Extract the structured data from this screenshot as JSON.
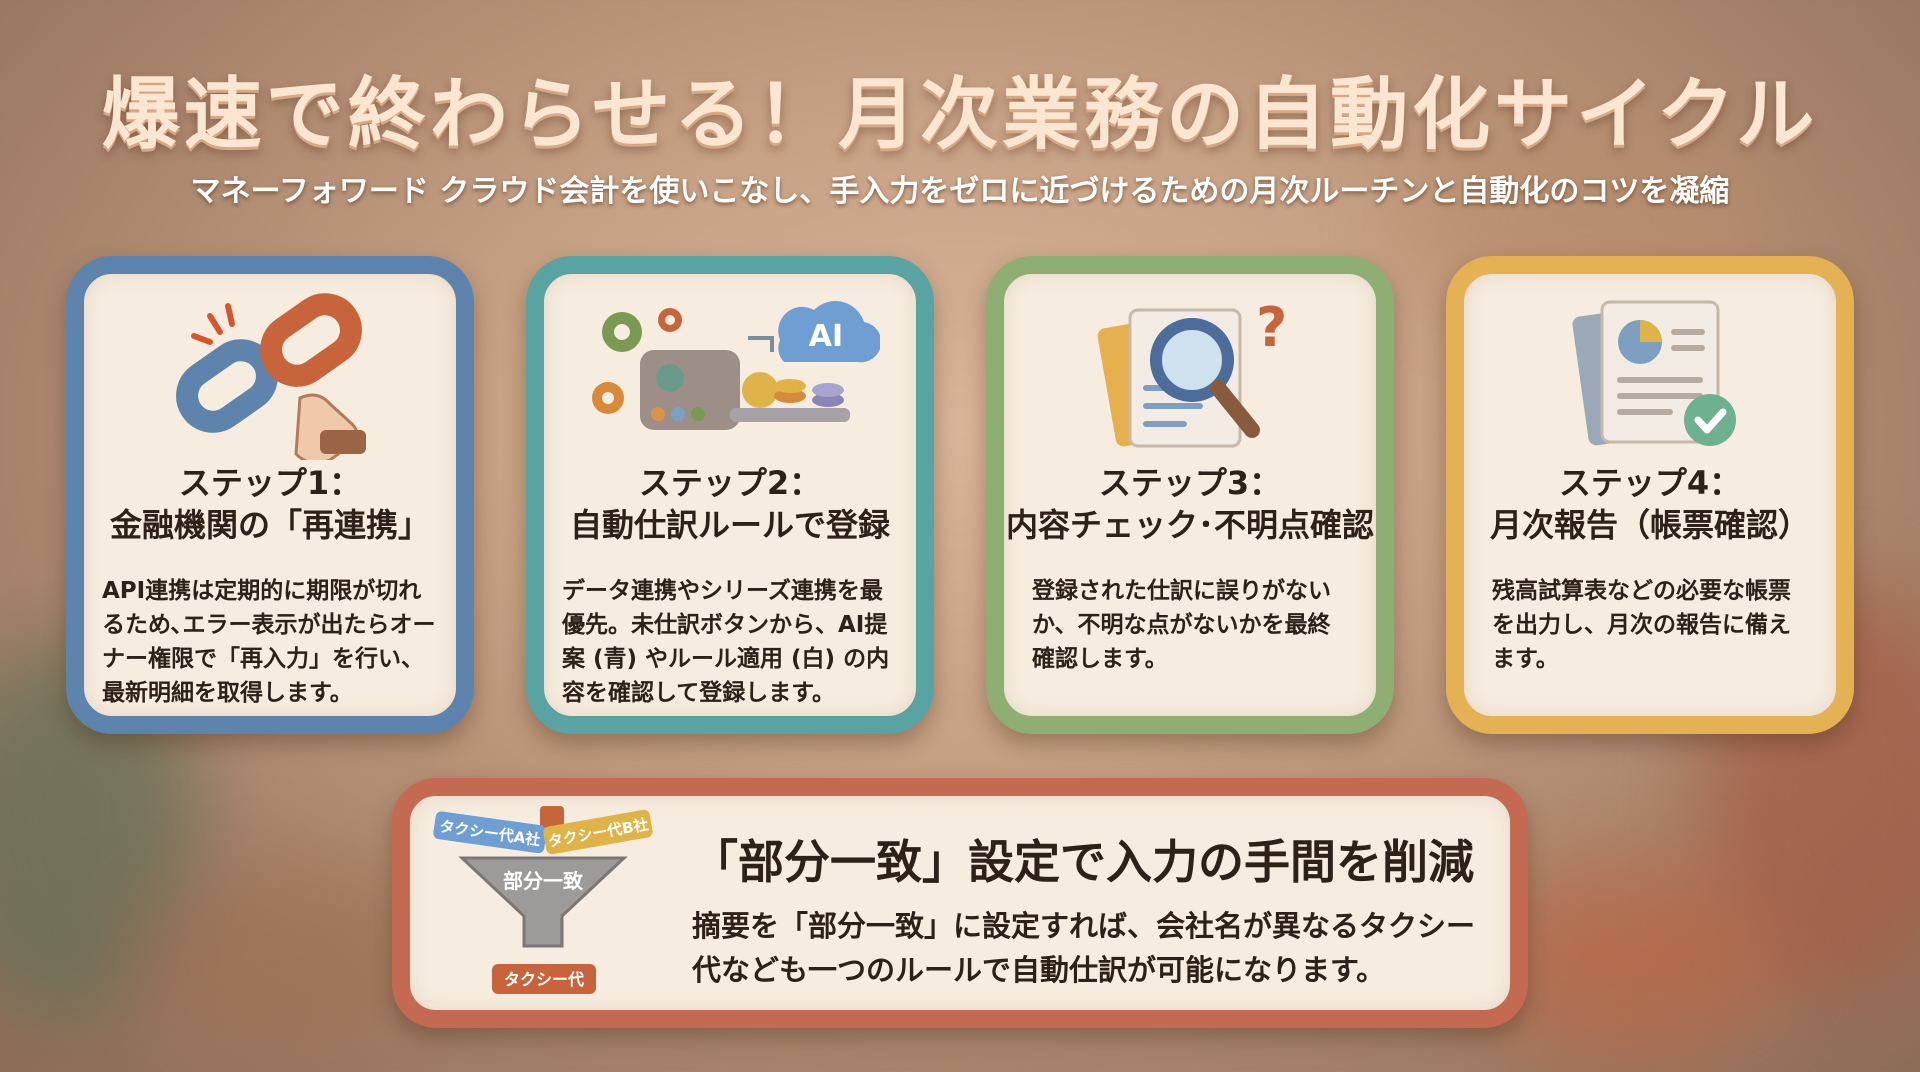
{
  "title": "爆速で終わらせる！月次業務の自動化サイクル",
  "subtitle": "マネーフォワード クラウド会計を使いこなし、手入力をゼロに近づけるための月次ルーチンと自動化のコツを凝縮",
  "steps": [
    {
      "icon": "broken-chain-icon",
      "title_line1": "ステップ1：",
      "title_line2": "金融機関の「再連携」",
      "body": "API連携は定期的に期限が切れるため､エラー表示が出たらオーナー権限で「再入力」を行い、最新明細を取得します。",
      "color": "#5e84ad"
    },
    {
      "icon": "ai-automation-machine-icon",
      "icon_label": "AI",
      "title_line1": "ステップ2：",
      "title_line2": "自動仕訳ルールで登録",
      "body": "データ連携やシリーズ連携を最優先。未仕訳ボタンから、AI提案 (青) やルール適用 (白) の内容を確認して登録します。",
      "color": "#5aa3a3"
    },
    {
      "icon": "magnifier-document-question-icon",
      "title_line1": "ステップ3：",
      "title_line2": "内容チェック･不明点確認",
      "body": "登録された仕訳に誤りがないか、不明な点がないかを最終確認します。",
      "color": "#8eae73"
    },
    {
      "icon": "report-checkmark-icon",
      "title_line1": "ステップ4：",
      "title_line2": "月次報告（帳票確認）",
      "body": "残高試算表などの必要な帳票を出力し、月次の報告に備えます。",
      "color": "#e4b255"
    }
  ],
  "bottom": {
    "icon": "funnel-icon",
    "funnel_labels": {
      "input_left": "タクシー代A社",
      "input_right": "タクシー代B社",
      "center": "部分一致",
      "output": "タクシー代"
    },
    "title": "「部分一致」設定で入力の手間を削減",
    "body": "摘要を「部分一致」に設定すれば、会社名が異なるタクシー代なども一つのルールで自動仕訳が可能になります。",
    "color": "#c46a52"
  }
}
